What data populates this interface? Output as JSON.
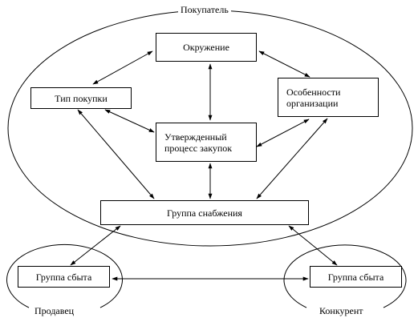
{
  "regions": {
    "buyer": "Покупатель",
    "seller": "Продавец",
    "competitor": "Конкурент"
  },
  "nodes": {
    "environment": "Окружение",
    "purchase_type": "Тип покупки",
    "org_features_line1": "Особенности",
    "org_features_line2": "организации",
    "approved_process_line1": "Утвержденный",
    "approved_process_line2": "процесс закупок",
    "supply_group": "Группа снабжения",
    "seller_sales_group": "Группа сбыта",
    "competitor_sales_group": "Группа сбыта"
  }
}
